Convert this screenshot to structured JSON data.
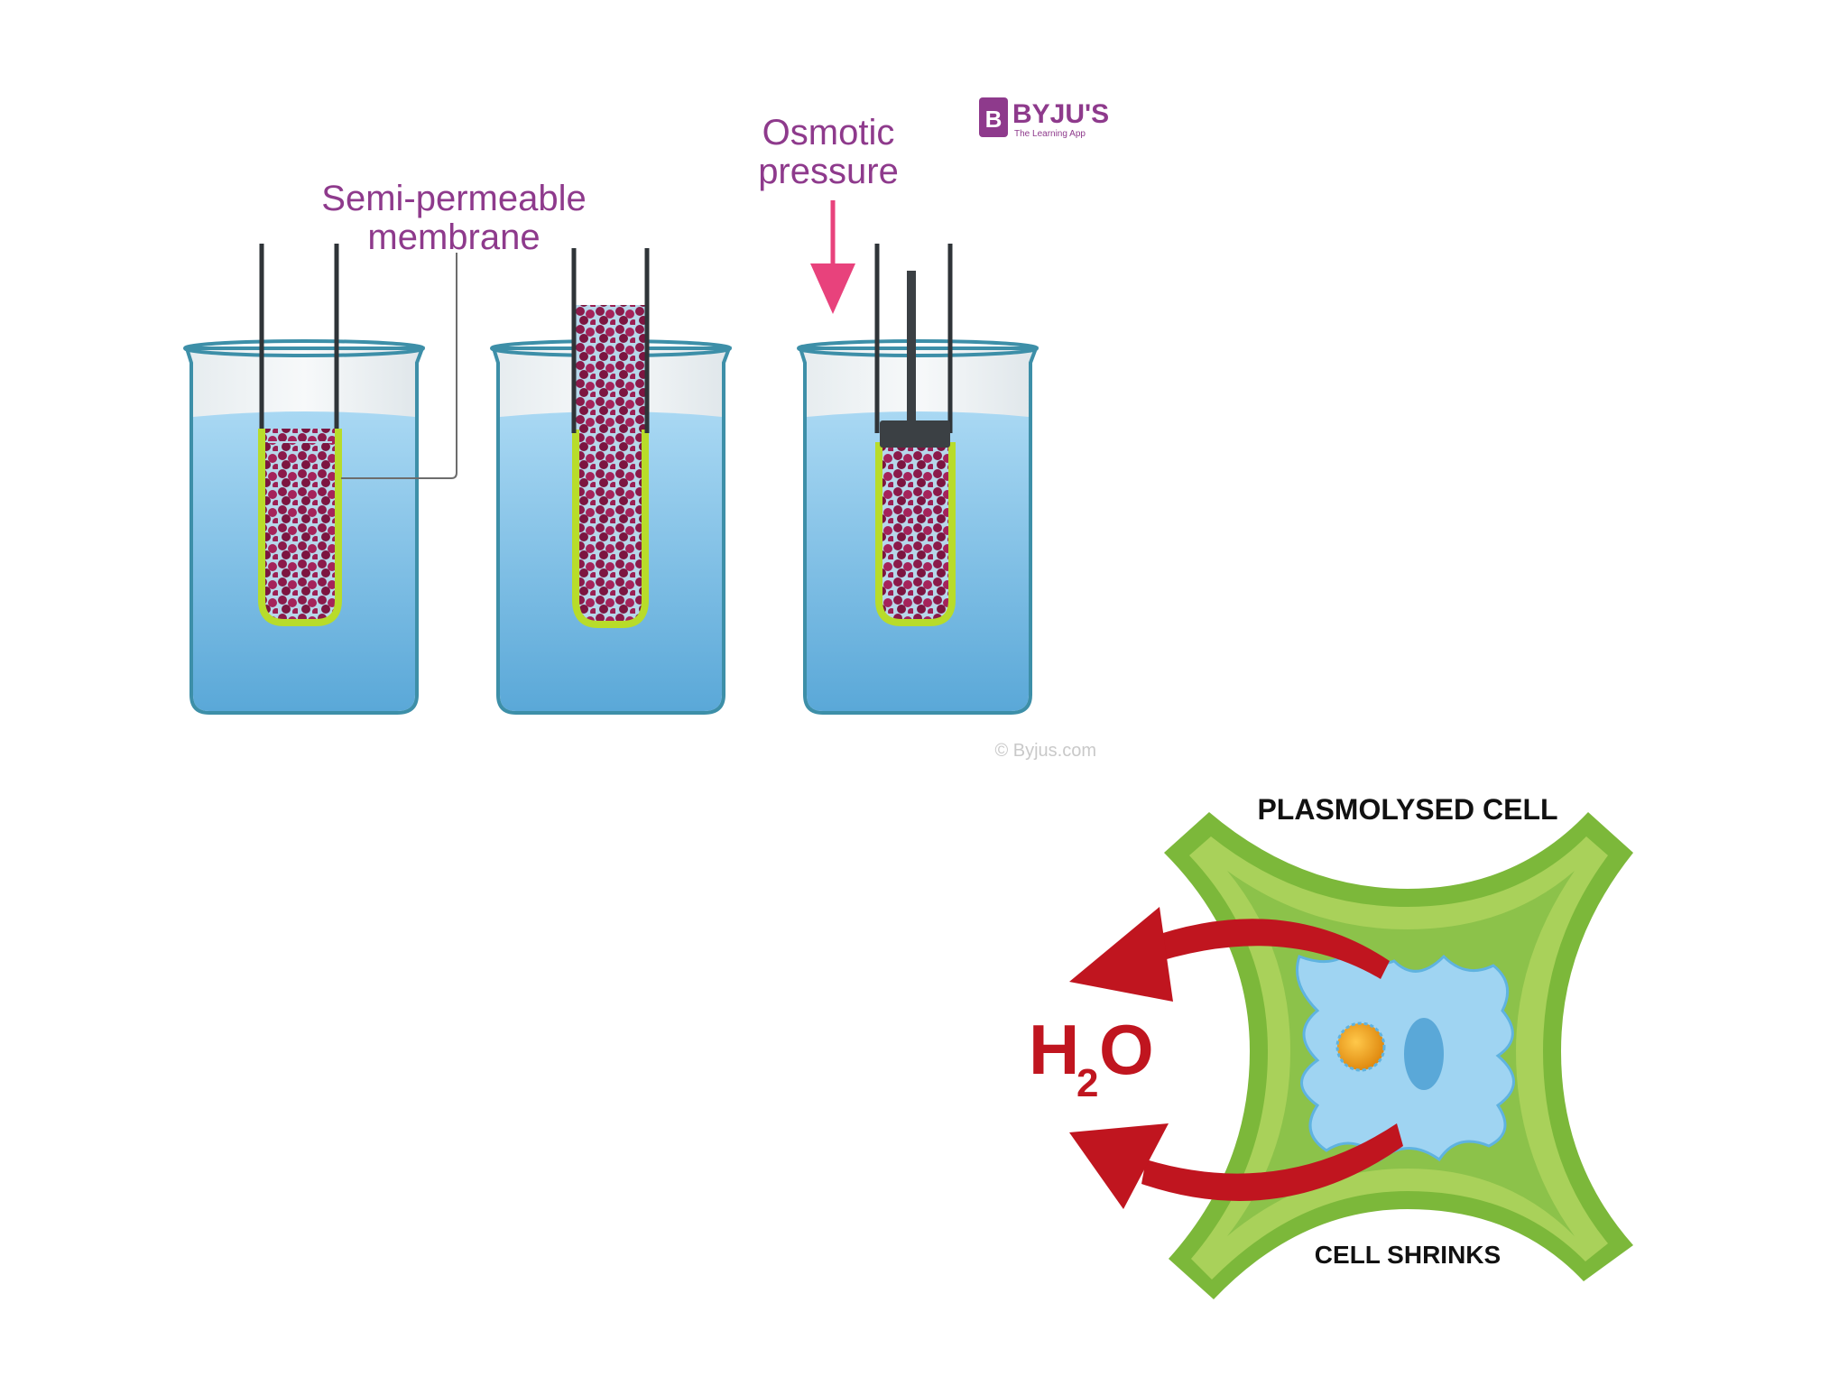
{
  "osmosis_figure": {
    "membrane_label_line1": "Semi-permeable",
    "membrane_label_line2": "membrane",
    "pressure_label_line1": "Osmotic",
    "pressure_label_line2": "pressure",
    "logo_text": "BYJU'S",
    "logo_tagline": "The Learning App",
    "copyright": "© Byjus.com"
  },
  "plasmolysis_figure": {
    "title": "PLASMOLYSED CELL",
    "water_label_main": "H",
    "water_label_sub": "2",
    "water_label_end": "O",
    "caption": "CELL SHRINKS"
  },
  "colors": {
    "label_purple": "#8e3a8c",
    "arrow_pink": "#e8427c",
    "water_blue": "#7fbfe6",
    "membrane_green": "#b8dc2a",
    "solute_magenta": "#8b1a4a",
    "cell_wall_green": "#7cb83a",
    "vacuole_blue": "#9fd4f2",
    "arrow_red": "#c0151f",
    "nucleus_orange": "#f0a020"
  }
}
